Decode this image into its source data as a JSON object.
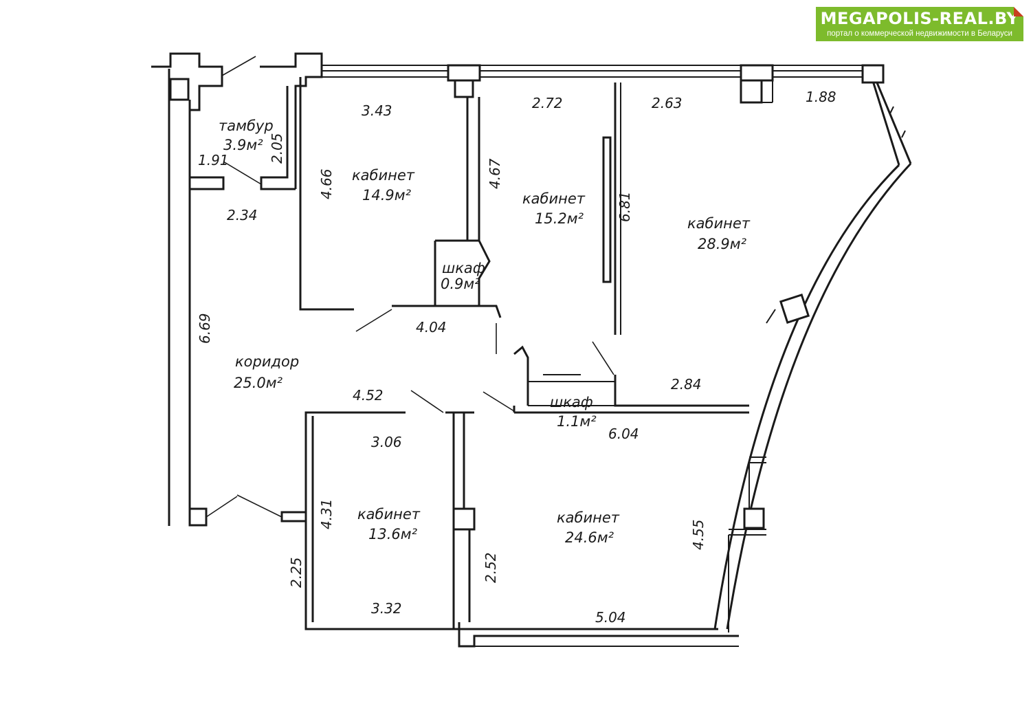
{
  "logo": {
    "brand": "MEGAPOLIS-REAL.BY",
    "tagline": "портал о коммерческой недвижимости в Беларуси",
    "color": "#7dbb2c",
    "accent": "#c84020"
  },
  "rooms": {
    "vestibule": {
      "name": "тамбур",
      "area": "3.9м²"
    },
    "office_1": {
      "name": "кабинет",
      "area": "14.9м²"
    },
    "office_2": {
      "name": "кабинет",
      "area": "15.2м²"
    },
    "office_3": {
      "name": "кабинет",
      "area": "28.9м²"
    },
    "closet_1": {
      "name": "шкаф",
      "area": "0.9м²"
    },
    "corridor": {
      "name": "коридор",
      "area": "25.0м²"
    },
    "closet_2": {
      "name": "шкаф",
      "area": "1.1м²"
    },
    "office_4": {
      "name": "кабинет",
      "area": "13.6м²"
    },
    "office_5": {
      "name": "кабинет",
      "area": "24.6м²"
    }
  },
  "dimensions": {
    "d_343": "3.43",
    "d_272": "2.72",
    "d_263": "2.63",
    "d_188": "1.88",
    "d_205": "2.05",
    "d_191": "1.91",
    "d_466": "4.66",
    "d_467": "4.67",
    "d_681": "6.81",
    "d_234": "2.34",
    "d_404": "4.04",
    "d_669": "6.69",
    "d_284": "2.84",
    "d_452": "4.52",
    "d_604": "6.04",
    "d_306": "3.06",
    "d_431": "4.31",
    "d_225": "2.25",
    "d_252": "2.52",
    "d_455": "4.55",
    "d_332": "3.32",
    "d_504": "5.04"
  }
}
